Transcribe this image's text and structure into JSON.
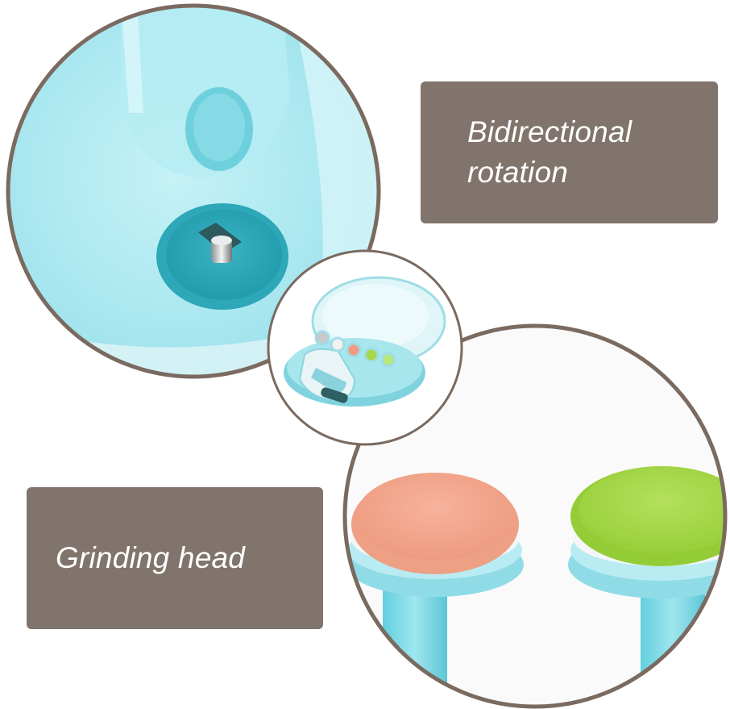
{
  "labels": {
    "rotation": "Bidirectional rotation",
    "rotation_line1": "Bidirectional",
    "rotation_line2": "rotation",
    "grinding": "Grinding head"
  },
  "colors": {
    "label_bg": "#80746c",
    "circle_border": "#7a6a60",
    "device_blue": "#a9e6ef",
    "device_blue_dark": "#5ec9d8",
    "pad_orange": "#f2a58c",
    "pad_green": "#a6d84a"
  },
  "images": {
    "top_left": "motor-shaft-closeup",
    "center": "nail-trimmer-kit",
    "bottom_right": "grinding-heads-closeup"
  }
}
